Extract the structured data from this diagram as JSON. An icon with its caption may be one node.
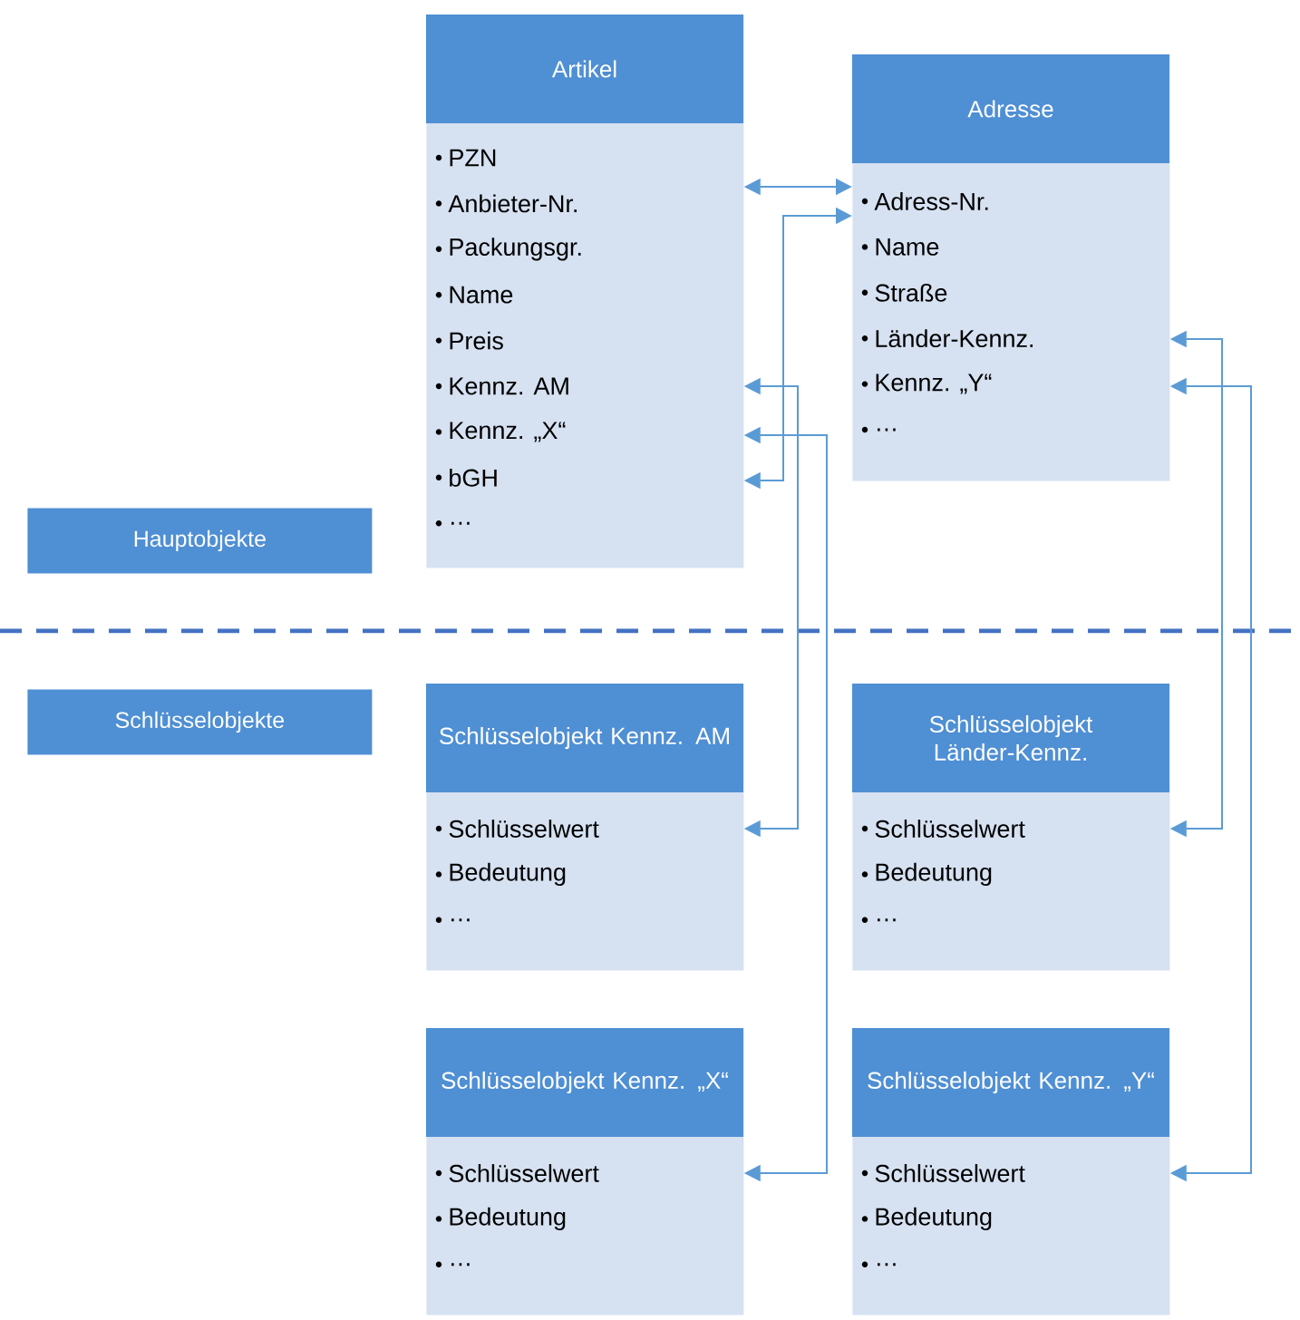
{
  "diagram": {
    "nodes": [
      {
        "text": [
          "Artikel",
          "PZN",
          "Anbieter-Nr.",
          "Packungsgr.",
          "Name",
          "Preis",
          "Kennz. AM",
          "Kennz. „X“",
          "bGH",
          "…"
        ]
      },
      {
        "text": [
          "Adresse",
          "Adress-Nr.",
          "Name",
          "Straße",
          "Länder-Kennz.",
          "Kennz. „Y“",
          "…"
        ]
      },
      {
        "text": [
          "Hauptobjekte"
        ]
      },
      {
        "text": [
          "Schlüsselobjekte"
        ]
      },
      {
        "text": [
          "Schlüsselobjekt Kennz. AM",
          "Schlüsselwert",
          "Bedeutung",
          "…"
        ]
      },
      {
        "text": [
          "Schlüsselobjekt Länder-Kennz.",
          "Schlüsselwert",
          "Bedeutung",
          "…"
        ]
      },
      {
        "text": [
          "Schlüsselobjekt Kennz. „X“",
          "Schlüsselwert",
          "Bedeutung",
          "…"
        ]
      },
      {
        "text": [
          "Schlüsselobjekt Kennz. „Y“",
          "Schlüsselwert",
          "Bedeutung",
          "…"
        ]
      }
    ],
    "edges": [
      {
        "from": 0,
        "to": 1,
        "arrow": "both"
      },
      {
        "from": 0,
        "to": 1,
        "arrow": "both"
      },
      {
        "from": 0,
        "to": 4,
        "arrow": "both"
      },
      {
        "from": 0,
        "to": 6,
        "arrow": "both"
      },
      {
        "from": 1,
        "to": 5,
        "arrow": "both"
      },
      {
        "from": 1,
        "to": 7,
        "arrow": "both"
      }
    ]
  }
}
